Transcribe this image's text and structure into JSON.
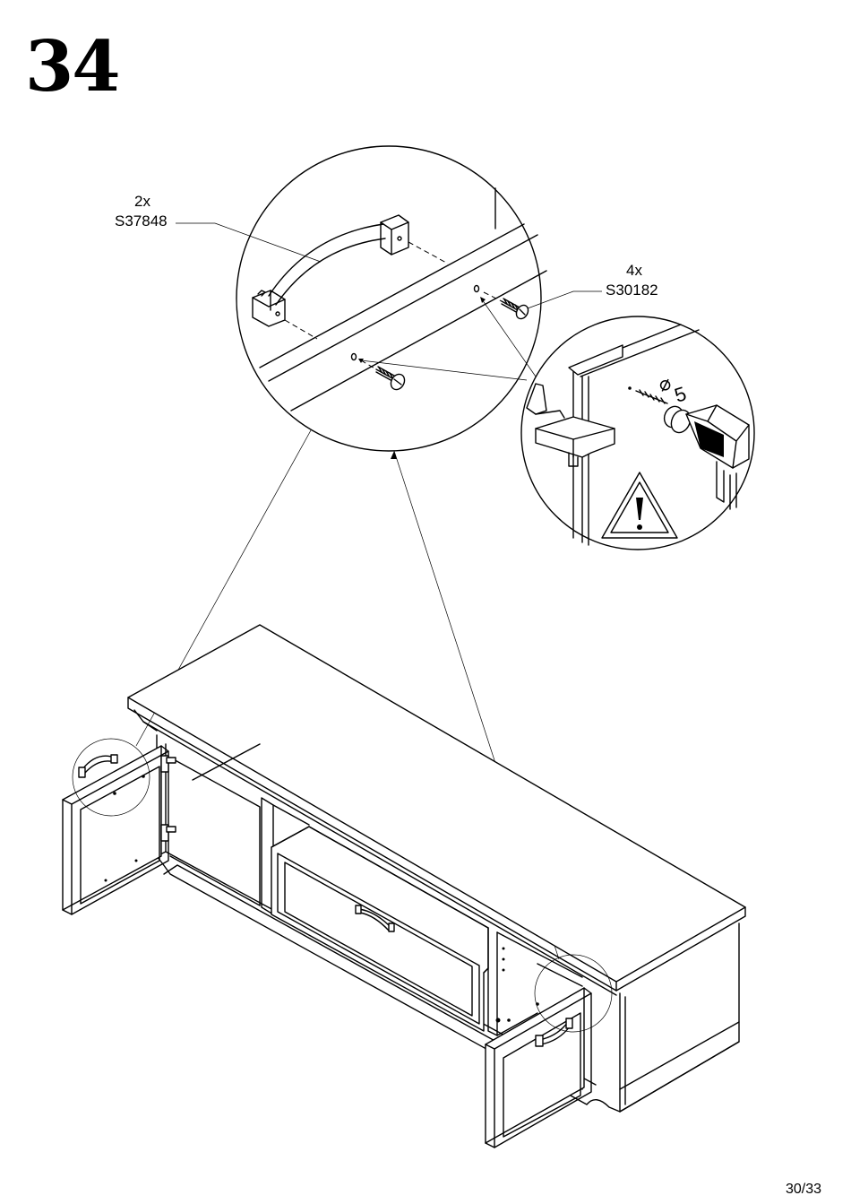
{
  "step": {
    "number": "34"
  },
  "parts": {
    "handle": {
      "quantity": "2x",
      "code": "S37848"
    },
    "screw": {
      "quantity": "4x",
      "code": "S30182"
    }
  },
  "drill": {
    "diameter_symbol": "⌀",
    "diameter_value": "5"
  },
  "footer": {
    "page": "30/33"
  },
  "icons": [
    "warning-triangle-icon",
    "power-drill-icon",
    "clamp-icon"
  ]
}
